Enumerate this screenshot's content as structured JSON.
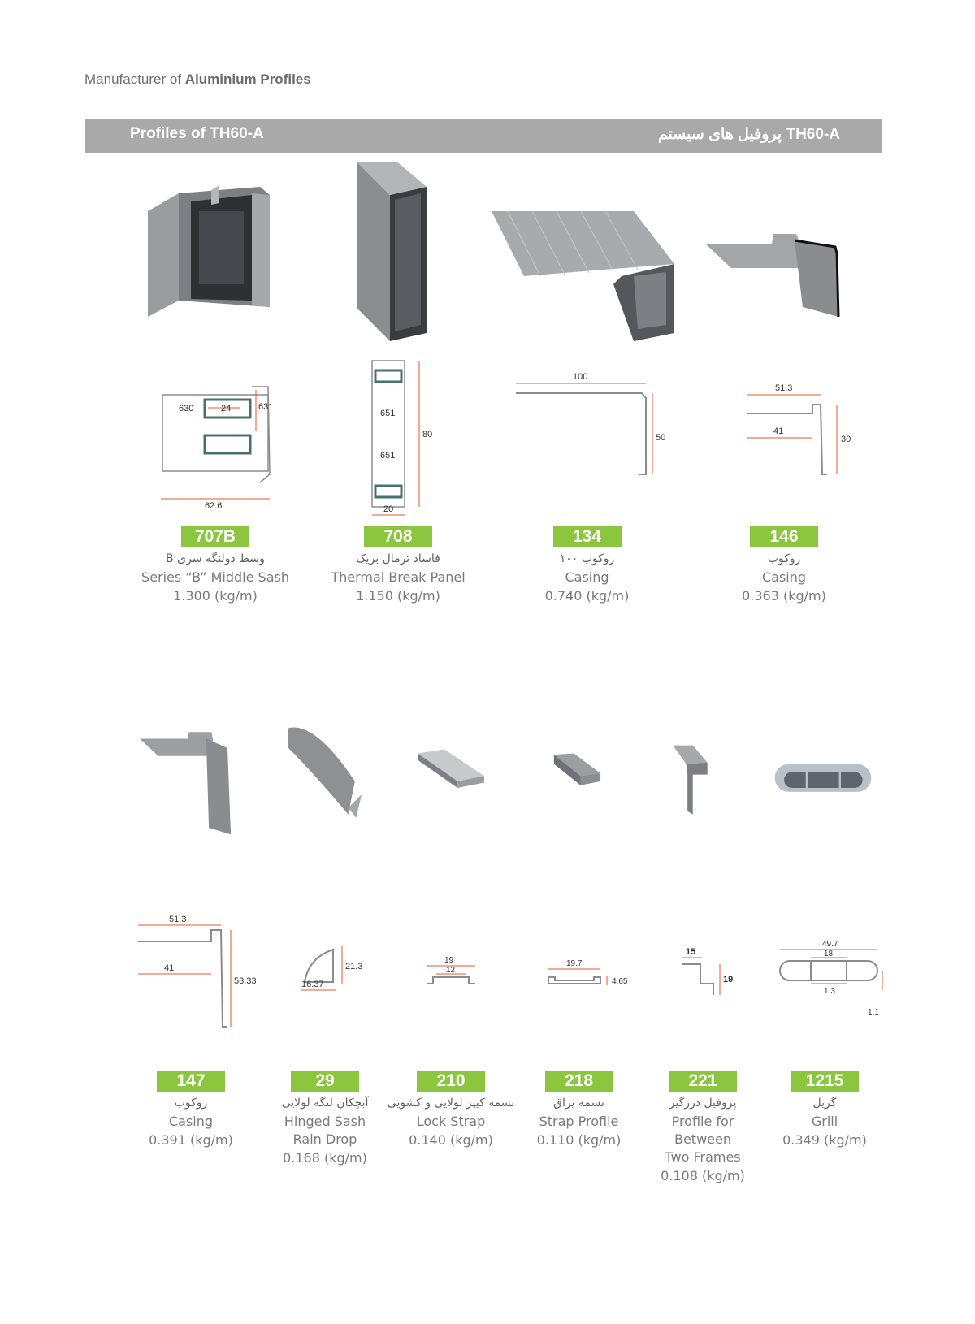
{
  "header": {
    "prefix": "Manufacturer of",
    "bold": "Aluminium Profiles"
  },
  "bar": {
    "left": "Profiles of TH60-A",
    "right": "پروفیل های سیستم TH60-A"
  },
  "row1": [
    {
      "code": "707B",
      "fa": "وسط دولنگه سری B",
      "en": "Series “B” Middle Sash",
      "weight": "1.300 (kg/m)",
      "dims": [
        "630",
        "24",
        "631",
        "62.6"
      ]
    },
    {
      "code": "708",
      "fa": "فاساد ترمال بریک",
      "en": "Thermal Break Panel",
      "weight": "1.150 (kg/m)",
      "dims": [
        "651",
        "651",
        "80",
        "20"
      ]
    },
    {
      "code": "134",
      "fa": "روکوب ۱۰۰",
      "en": "Casing",
      "weight": "0.740 (kg/m)",
      "dims": [
        "100",
        "50"
      ]
    },
    {
      "code": "146",
      "fa": "روکوب",
      "en": "Casing",
      "weight": "0.363 (kg/m)",
      "dims": [
        "51.3",
        "41",
        "30"
      ]
    }
  ],
  "row2": [
    {
      "code": "147",
      "fa": "روکوب",
      "en": "Casing",
      "weight": "0.391 (kg/m)",
      "dims": [
        "51.3",
        "41",
        "53.33"
      ]
    },
    {
      "code": "29",
      "fa": "آبچکان لنگه لولایی",
      "en": "Hinged Sash",
      "en2": "Rain Drop",
      "weight": "0.168 (kg/m)",
      "dims": [
        "21.3",
        "16.37"
      ]
    },
    {
      "code": "210",
      "fa": "تسمه کیپر لولایی و کشویی",
      "en": "Lock Strap",
      "weight": "0.140 (kg/m)",
      "dims": [
        "19",
        "12"
      ]
    },
    {
      "code": "218",
      "fa": "تسمه یراق",
      "en": "Strap Profile",
      "weight": "0.110 (kg/m)",
      "dims": [
        "19.7",
        "4.65"
      ]
    },
    {
      "code": "221",
      "fa": "پروفیل درزگیر",
      "en": "Profile for Between",
      "en2": "Two Frames",
      "weight": "0.108 (kg/m)",
      "dims": [
        "15",
        "19"
      ]
    },
    {
      "code": "1215",
      "fa": "گریل",
      "en": "Grill",
      "weight": "0.349 (kg/m)",
      "dims": [
        "49.7",
        "18",
        "1.3",
        "1.1"
      ]
    }
  ]
}
